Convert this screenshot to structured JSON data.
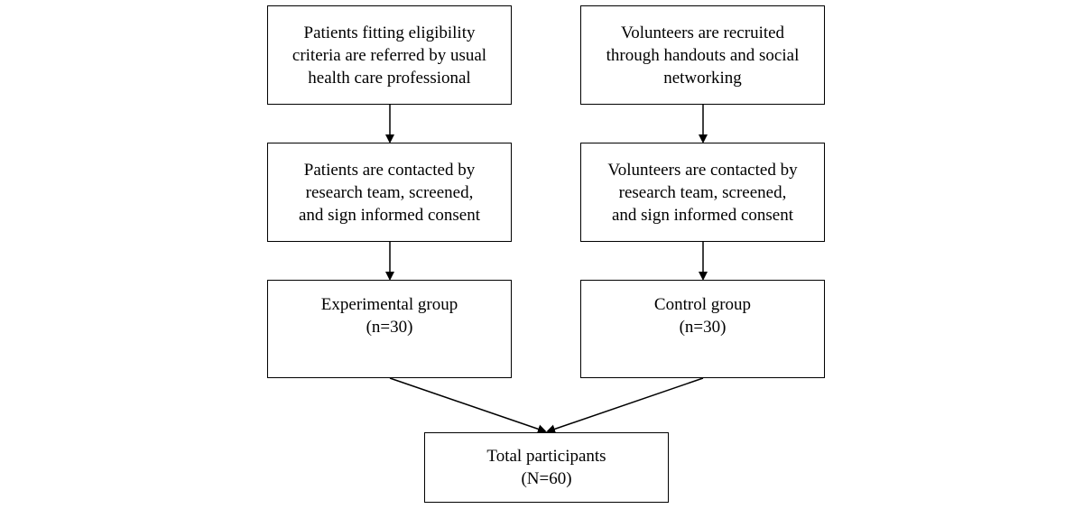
{
  "flowchart": {
    "left_branch": {
      "step1": [
        "Patients fitting eligibility",
        "criteria are referred by usual",
        "health care professional"
      ],
      "step2": [
        "Patients are contacted by",
        "research team, screened,",
        "and sign informed consent"
      ],
      "group": [
        "Experimental group",
        "(n=30)"
      ]
    },
    "right_branch": {
      "step1": [
        "Volunteers are recruited",
        "through handouts and social",
        "networking"
      ],
      "step2": [
        "Volunteers are contacted by",
        "research team, screened,",
        "and sign informed consent"
      ],
      "group": [
        "Control group",
        "(n=30)"
      ]
    },
    "total": [
      "Total participants",
      "(N=60)"
    ]
  }
}
